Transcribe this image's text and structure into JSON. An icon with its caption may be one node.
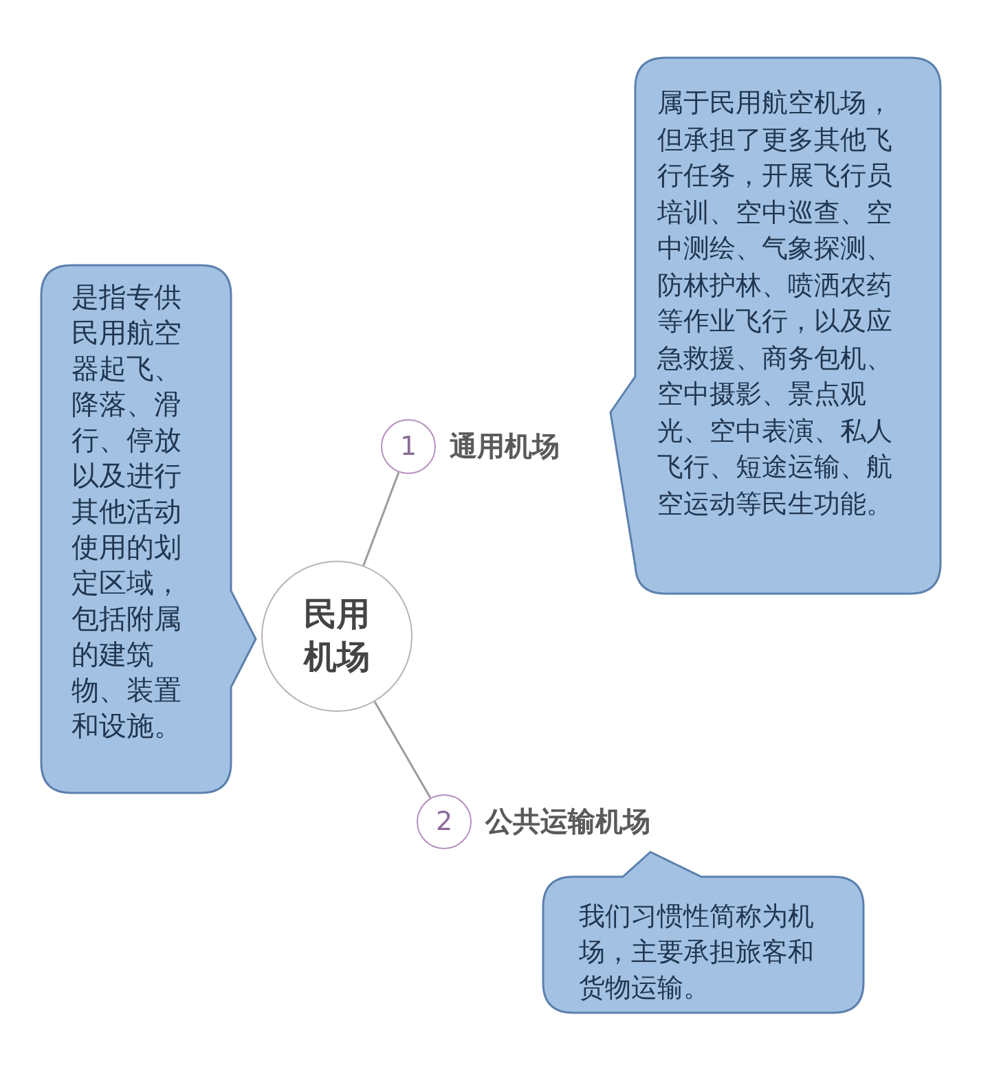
{
  "diagram": {
    "nodes": [
      {
        "text": [
          "是指专供民用航空器起飞、降落、滑行、停放以及进行其他活动使用的划定区域，包括附属的建筑物、装置和设施。"
        ]
      },
      {
        "text": [
          "民用机场"
        ]
      },
      {
        "text": [
          "1"
        ],
        "beside": [
          "通用机场"
        ]
      },
      {
        "text": [
          "属于民用航空机场，但承担了更多其他飞行任务，开展飞行员培训、空中巡查、空中测绘、气象探测、防林护林、喷洒农药等作业飞行，以及应急救援、商务包机、空中摄影、景点观光、空中表演、私人飞行、短途运输、航空运动等民生功能。"
        ]
      },
      {
        "text": [
          "2"
        ],
        "beside": [
          "公共运输机场"
        ]
      },
      {
        "text": [
          "我们习惯性简称为机场，主要承担旅客和货物运输。"
        ]
      }
    ],
    "edges": [
      {
        "from": 1,
        "to": 2,
        "arrow": "none"
      },
      {
        "from": 1,
        "to": 4,
        "arrow": "none"
      }
    ]
  }
}
